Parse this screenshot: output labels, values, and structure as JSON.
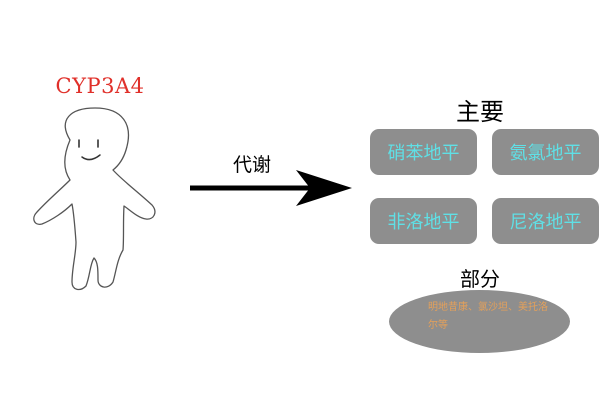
{
  "enzyme": {
    "label": "CYP3A4"
  },
  "arrow": {
    "label": "代谢"
  },
  "main": {
    "title": "主要",
    "drugs": [
      "硝苯地平",
      "氨氯地平",
      "非洛地平",
      "尼洛地平"
    ]
  },
  "partial": {
    "title": "部分",
    "text": "明地昔康、氯沙坦、美托洛尔等"
  },
  "colors": {
    "enzyme_label": "#e0302a",
    "box_fill": "#8e8e8e",
    "box_text": "#5fe0e6",
    "partial_text": "#e4a05a"
  },
  "icons": {
    "figure": "stick-figure-icon",
    "arrow": "right-arrow-icon"
  }
}
